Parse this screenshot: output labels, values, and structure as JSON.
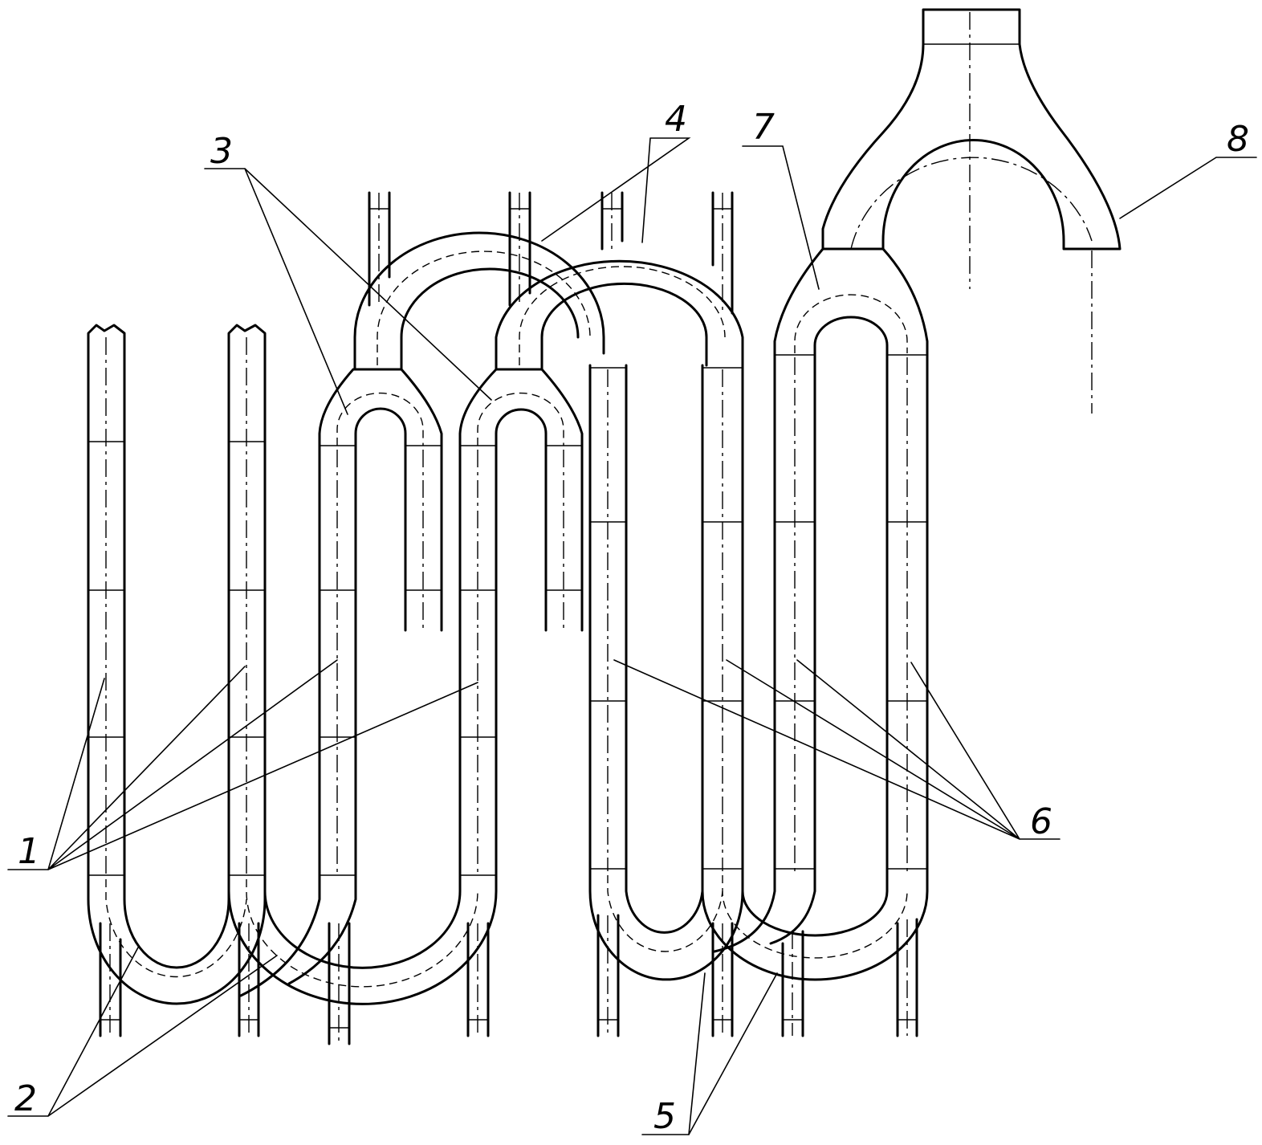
{
  "background": "#ffffff",
  "ink": "#000000",
  "callouts": [
    {
      "id": "1",
      "label": "1"
    },
    {
      "id": "2",
      "label": "2"
    },
    {
      "id": "3",
      "label": "3"
    },
    {
      "id": "4",
      "label": "4"
    },
    {
      "id": "5",
      "label": "5"
    },
    {
      "id": "6",
      "label": "6"
    },
    {
      "id": "7",
      "label": "7"
    },
    {
      "id": "8",
      "label": "8"
    }
  ]
}
